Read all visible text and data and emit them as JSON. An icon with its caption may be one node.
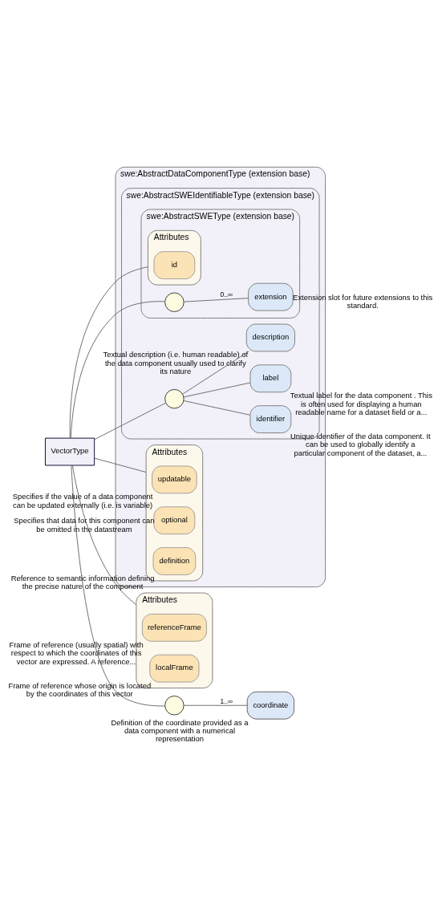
{
  "diagram": {
    "nodes": [
      {
        "text": [
          "VectorType"
        ]
      },
      {
        "text": [
          "swe:AbstractDataComponentType (extension base)"
        ]
      },
      {
        "text": [
          "swe:AbstractSWEIdentifiableType (extension base)"
        ],
        "in": 1
      },
      {
        "text": [
          "swe:AbstractSWEType (extension base)"
        ],
        "in": 2
      },
      {
        "text": [
          "Attributes"
        ],
        "in": 3
      },
      {
        "text": [
          "id"
        ],
        "in": 4
      },
      {
        "text": [],
        "shape": "circle",
        "in": 3
      },
      {
        "text": [
          "extension"
        ],
        "in": 3,
        "beside": [
          "Extension slot for future extensions to this standard."
        ]
      },
      {
        "text": [],
        "shape": "circle",
        "in": 2
      },
      {
        "text": [
          "identifier"
        ],
        "in": 2,
        "beside": [
          "Unique identifier of the data component. It can be used to globally identify a particular component of the dataset, a..."
        ]
      },
      {
        "text": [
          "label"
        ],
        "in": 2,
        "beside": [
          "Textual label for the data component . This is often used for displaying a human readable name for a dataset field or a..."
        ]
      },
      {
        "text": [
          "description"
        ],
        "in": 2,
        "beside": [
          "Textual description (i.e. human readable) of the data component usually used to clarify its nature"
        ]
      },
      {
        "text": [
          "Attributes"
        ],
        "in": 1
      },
      {
        "text": [
          "updatable"
        ],
        "in": 12,
        "beside": [
          "Specifies if the value of a data component can be updated externally (i.e. is variable)"
        ]
      },
      {
        "text": [
          "optional"
        ],
        "in": 12,
        "beside": [
          "Specifies that data for this component can be omitted in the datastream"
        ]
      },
      {
        "text": [
          "definition"
        ],
        "in": 12,
        "beside": [
          "Reference to semantic information defining the precise nature of the component"
        ]
      },
      {
        "text": [
          "Attributes"
        ]
      },
      {
        "text": [
          "referenceFrame"
        ],
        "in": 16,
        "beside": [
          "Frame of reference (usually spatial) with respect to which the coordinates of this vector are expressed. A reference..."
        ]
      },
      {
        "text": [
          "localFrame"
        ],
        "in": 16,
        "beside": [
          "Frame of reference whose origin is located by the coordinates of this vector"
        ]
      },
      {
        "text": [],
        "shape": "circle"
      },
      {
        "text": [
          "coordinate"
        ],
        "beside": [
          "Definition of the coordinate provided as a data component with a numerical representation"
        ]
      }
    ],
    "edges": [
      {
        "from": 0,
        "to": 4,
        "arrow": "none"
      },
      {
        "from": 0,
        "to": 6,
        "arrow": "none"
      },
      {
        "from": 6,
        "to": 7,
        "arrow": "none",
        "label": "0..∞"
      },
      {
        "from": 0,
        "to": 8,
        "arrow": "none"
      },
      {
        "from": 8,
        "to": 9,
        "arrow": "none"
      },
      {
        "from": 8,
        "to": 10,
        "arrow": "none"
      },
      {
        "from": 8,
        "to": 11,
        "arrow": "none"
      },
      {
        "from": 0,
        "to": 12,
        "arrow": "none"
      },
      {
        "from": 0,
        "to": 16,
        "arrow": "none"
      },
      {
        "from": 0,
        "to": 19,
        "arrow": "none"
      },
      {
        "from": 19,
        "to": 20,
        "arrow": "none",
        "label": "1..∞"
      }
    ]
  }
}
